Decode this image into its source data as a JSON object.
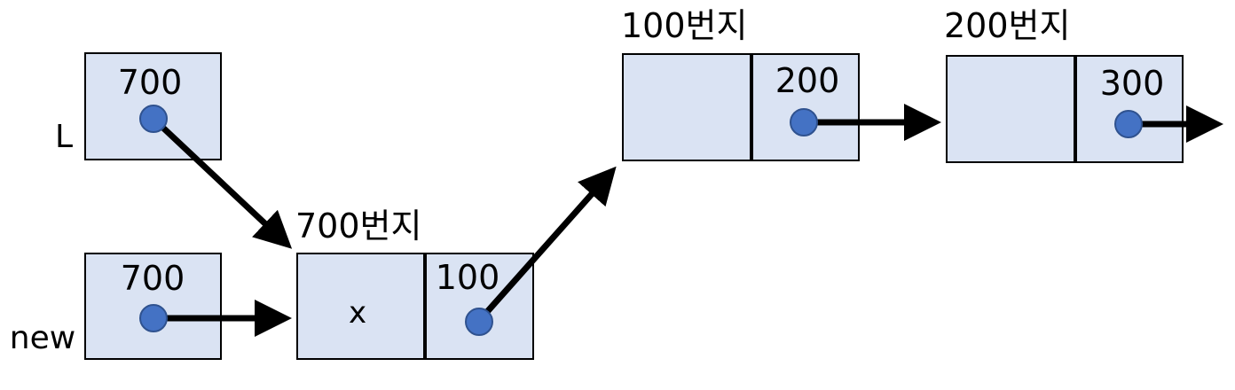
{
  "colors": {
    "box_fill": "#dae3f3",
    "box_stroke": "#000000",
    "dot_fill": "#4472c4",
    "dot_stroke": "#2f528f",
    "arrow": "#000000"
  },
  "pointer_L": {
    "label": "L",
    "value": "700"
  },
  "pointer_new": {
    "label": "new",
    "value": "700"
  },
  "node_700": {
    "address": "700번지",
    "data": "x",
    "link": "100"
  },
  "node_100": {
    "address": "100번지",
    "data": "",
    "link": "200"
  },
  "node_200": {
    "address": "200번지",
    "data": "",
    "link": "300"
  }
}
